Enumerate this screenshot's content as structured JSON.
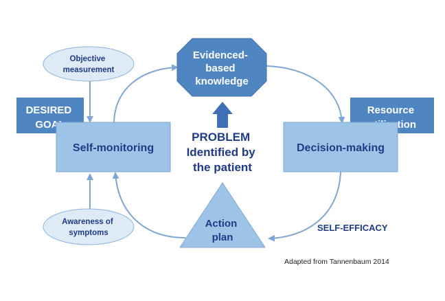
{
  "nodes": {
    "evidence": {
      "lines": [
        "Evidenced-",
        "based",
        "knowledge"
      ]
    },
    "decision": {
      "lines": [
        "Decision-making"
      ]
    },
    "action": {
      "lines": [
        "Action",
        "plan"
      ]
    },
    "selfmon": {
      "lines": [
        "Self-monitoring"
      ]
    },
    "desired_goal": {
      "lines": [
        "DESIRED",
        "GOAL"
      ]
    },
    "resource": {
      "lines": [
        "Resource",
        "utilization"
      ]
    },
    "objective": {
      "lines": [
        "Objective",
        "measurement"
      ]
    },
    "awareness": {
      "lines": [
        "Awareness of",
        "symptoms"
      ]
    },
    "problem": {
      "lines": [
        "PROBLEM",
        "Identified by",
        "the patient"
      ]
    }
  },
  "self_efficacy": "SELF-EFFICACY",
  "caption": "Adapted from Tannenbaum 2014",
  "colors": {
    "box_fill": "#9dc3e6",
    "box_stroke": "#7fa7d3",
    "dark_fill": "#4f86c2",
    "oval_fill": "#deebf7",
    "oval_stroke": "#8db3dd",
    "arrow": "#7fa7d3",
    "text_dark": "#1f3b86",
    "text_light": "#ffffff",
    "up_arrow": "#3f6fb5"
  }
}
